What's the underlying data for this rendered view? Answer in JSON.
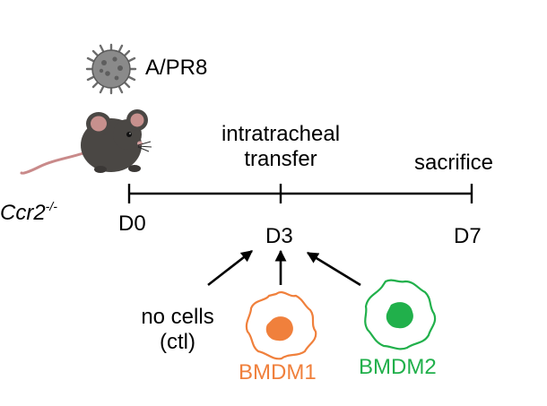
{
  "virus": {
    "label": "A/PR8"
  },
  "mouse": {
    "genotype_base": "Ccr2",
    "genotype_sup": "-/-"
  },
  "timeline": {
    "days": [
      {
        "label": "D0"
      },
      {
        "label": "D3"
      },
      {
        "label": "D7"
      }
    ],
    "transfer_line1": "intratracheal",
    "transfer_line2": "transfer",
    "end_event": "sacrifice"
  },
  "groups": {
    "control_line1": "no cells",
    "control_line2": "(ctl)",
    "bmdm1": {
      "label": "BMDM1",
      "color": "#f0803c"
    },
    "bmdm2": {
      "label": "BMDM2",
      "color": "#21b04b"
    }
  },
  "colors": {
    "ink": "#000000",
    "mouse_body": "#4a4744",
    "virus": "#7a7a7a"
  }
}
